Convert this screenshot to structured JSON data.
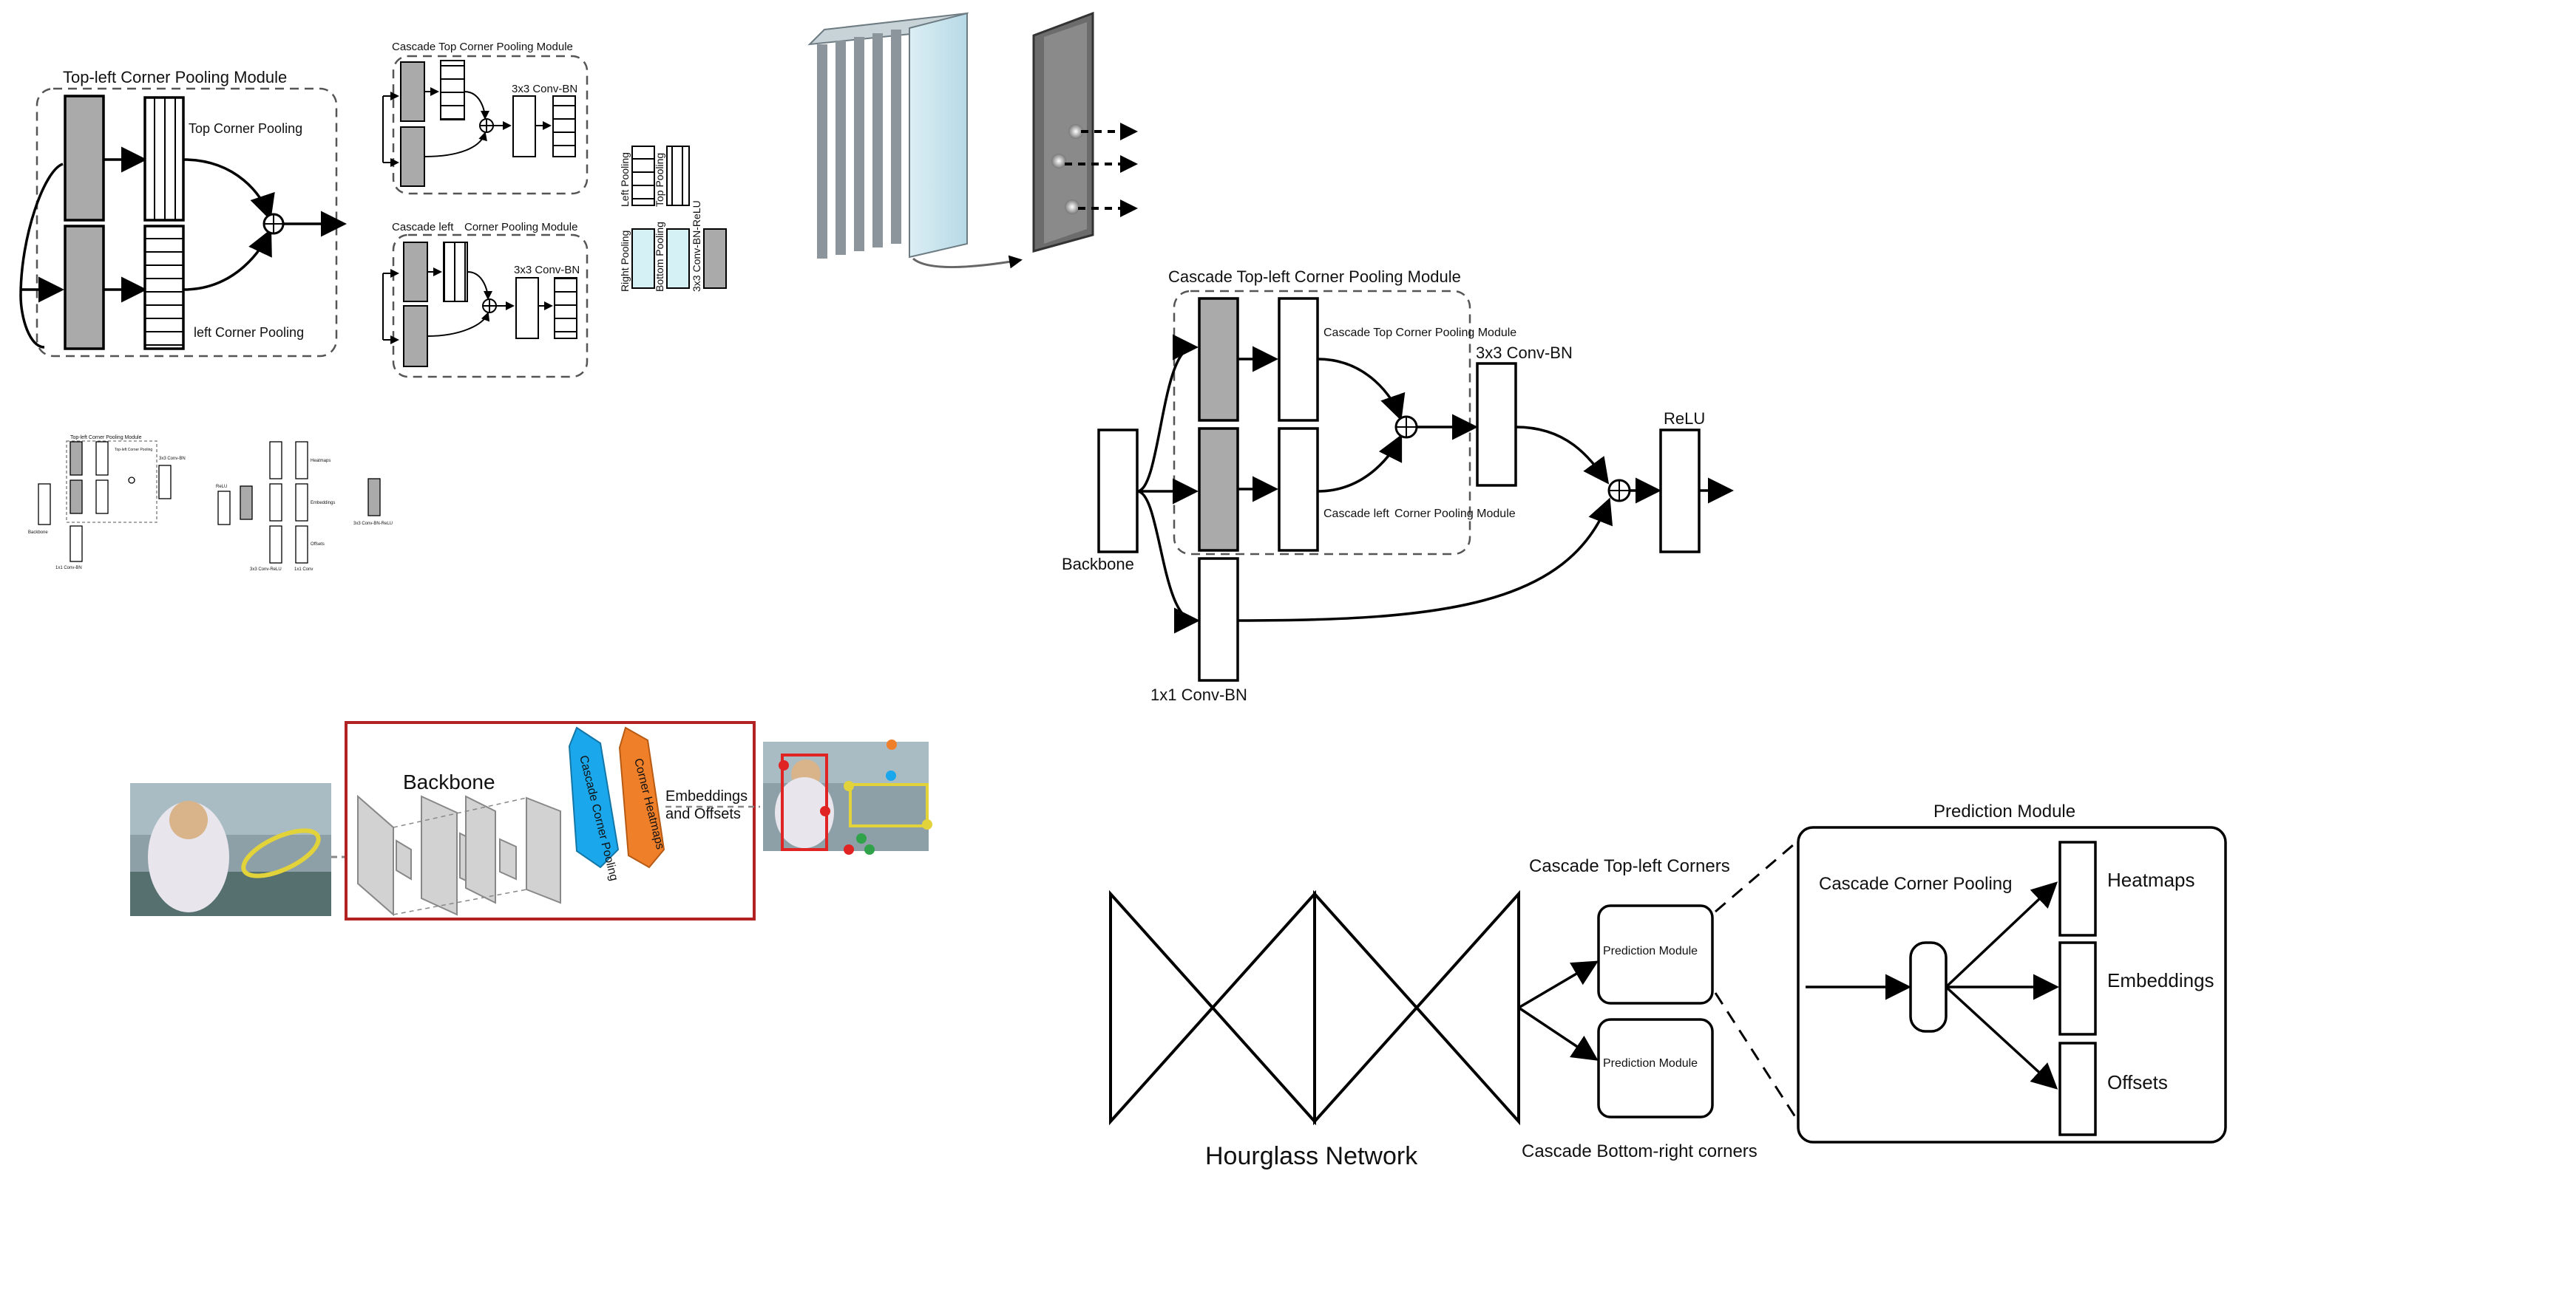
{
  "topleft_module": {
    "title": "Top-left Corner Pooling Module",
    "top_label": "Top Corner Pooling",
    "left_label": "left Corner Pooling"
  },
  "cascade_small": {
    "top_title": "Cascade Top Corner Pooling Module",
    "top_conv": "3x3 Conv-BN",
    "left_title_a": "Cascade  left",
    "left_title_b": "Corner Pooling Module",
    "left_conv": "3x3 Conv-BN"
  },
  "legend": {
    "left_pooling": "Left Pooling",
    "top_pooling": "Top Pooling",
    "right_pooling": "Right Pooling",
    "bottom_pooling": "Bottom Pooling",
    "conv_bn_relu": "3x3 Conv-BN-ReLU"
  },
  "thumbnail": {
    "title": "Top-left Corner Pooling Module",
    "sub": "Top-left Corner Pooling",
    "conv": "3x3 Conv-BN",
    "backbone": "Backbone",
    "conv1x1": "1x1 Conv-BN",
    "relu": "ReLU",
    "heatmaps": "Heatmaps",
    "embeddings": "Embeddings",
    "offsets": "Offsets",
    "conv_relu": "3x3 Conv-ReLU",
    "conv1": "1x1 Conv",
    "legend": "3x3 Conv-BN-ReLU"
  },
  "cascade_main": {
    "title": "Cascade Top-left Corner Pooling Module",
    "top_pool": "Cascade Top Corner Pooling Module",
    "left_pool_a": "Cascade  left",
    "left_pool_b": "Corner Pooling Module",
    "conv3": "3x3 Conv-BN",
    "relu": "ReLU",
    "backbone": "Backbone",
    "conv1": "1x1 Conv-BN"
  },
  "pipeline": {
    "backbone": "Backbone",
    "cascade_pool": "Cascade Corner Pooling",
    "heatmaps": "Corner Heatmaps",
    "out_a": "Embeddings",
    "out_b": "and Offsets",
    "colors": {
      "cascade": "#1aa7ec",
      "heatmap": "#f07f2a",
      "frame": "#b22222"
    }
  },
  "hourglass": {
    "title": "Hourglass Network",
    "tl": "Cascade  Top-left Corners",
    "br": "Cascade Bottom-right corners",
    "pm1": "Prediction Module",
    "pm2": "Prediction Module",
    "pred_title": "Prediction Module",
    "ccp": "Cascade  Corner Pooling",
    "heatmaps": "Heatmaps",
    "embeddings": "Embeddings",
    "offsets": "Offsets"
  }
}
